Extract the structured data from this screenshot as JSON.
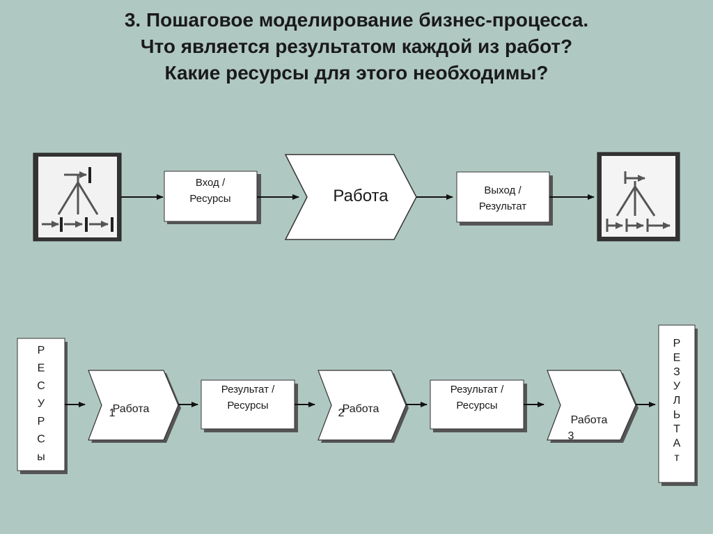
{
  "title": {
    "line1": "3. Пошаговое моделирование бизнес-процесса.",
    "line2": "Что является результатом каждой из работ?",
    "line3": "Какие ресурсы для этого необходимы?"
  },
  "top_flow": {
    "input_label_1": "Вход /",
    "input_label_2": "Ресурсы",
    "work_label": "Работа",
    "output_label_1": "Выход /",
    "output_label_2": "Результат"
  },
  "bottom_flow": {
    "resources_vertical": [
      "Р",
      "Е",
      "С",
      "У",
      "Р",
      "С",
      "ы"
    ],
    "work1": {
      "label": "Работа",
      "num": "1"
    },
    "result1_1": "Результат /",
    "result1_2": "Ресурсы",
    "work2": {
      "label": "Работа",
      "num": "2"
    },
    "result2_1": "Результат /",
    "result2_2": "Ресурсы",
    "work3": {
      "label": "Работа",
      "num": "3"
    },
    "result_vertical": [
      "Р",
      "Е",
      "З",
      "У",
      "Л",
      "Ь",
      "Т",
      "А",
      "т"
    ]
  }
}
